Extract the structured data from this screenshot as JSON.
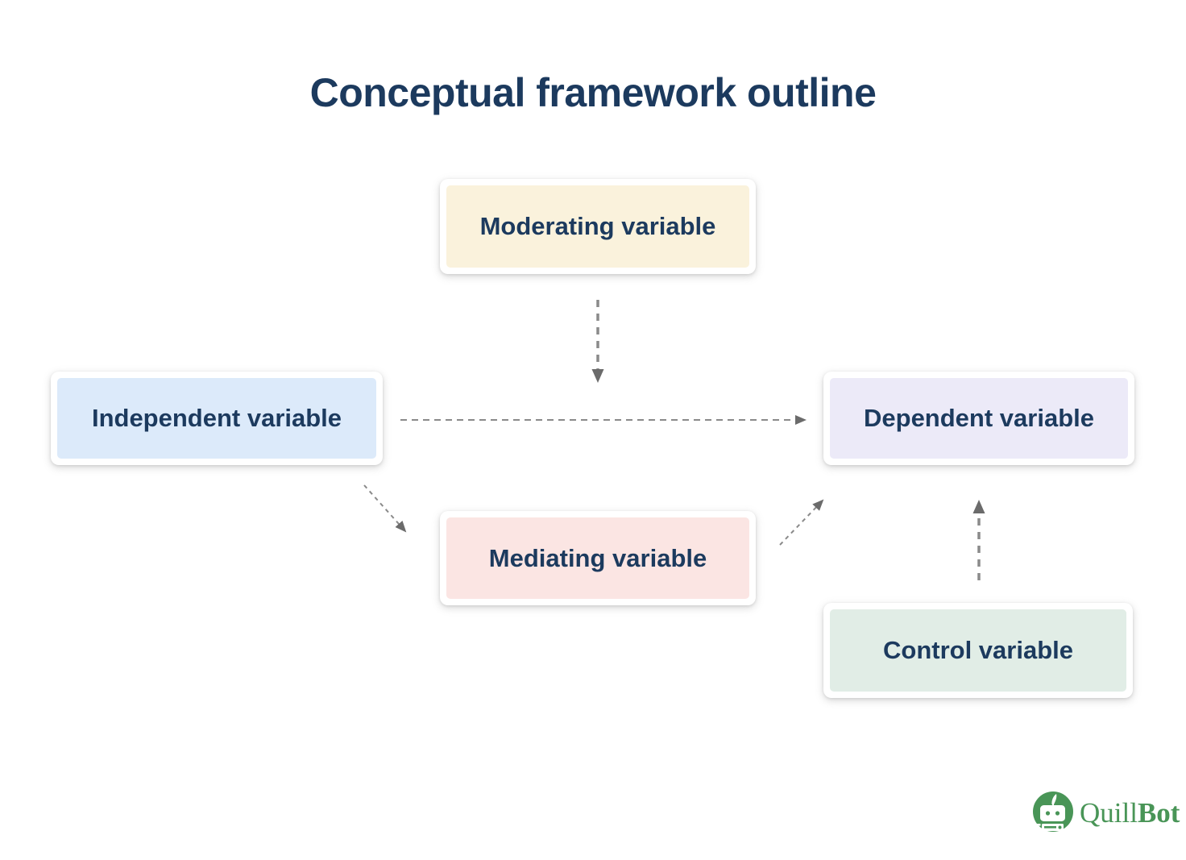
{
  "page": {
    "title": "Conceptual framework outline",
    "background": "#ffffff"
  },
  "colors": {
    "text": "#1C3A5E",
    "arrow_line": "#8A8A8A",
    "arrow_head": "#6B6B6B",
    "brand_green": "#499557",
    "node_border": "#FFFFFF"
  },
  "nodes": [
    {
      "id": "moderating",
      "label": "Moderating variable",
      "fill": "#FAF2DC"
    },
    {
      "id": "independent",
      "label": "Independent variable",
      "fill": "#DCEAFA"
    },
    {
      "id": "dependent",
      "label": "Dependent variable",
      "fill": "#ECEAF8"
    },
    {
      "id": "mediating",
      "label": "Mediating variable",
      "fill": "#FBE5E3"
    },
    {
      "id": "control",
      "label": "Control variable",
      "fill": "#E1EDE6"
    }
  ],
  "edges": [
    {
      "from": "moderating",
      "to": "independent-dependent-path",
      "style": "dashed",
      "direction": "down"
    },
    {
      "from": "independent",
      "to": "dependent",
      "style": "dashed",
      "direction": "right"
    },
    {
      "from": "independent",
      "to": "mediating",
      "style": "dashed",
      "direction": "down-right"
    },
    {
      "from": "mediating",
      "to": "dependent",
      "style": "dashed",
      "direction": "up-right"
    },
    {
      "from": "control",
      "to": "dependent",
      "style": "dashed",
      "direction": "up"
    }
  ],
  "branding": {
    "logo_icon": "quillbot-robot-icon",
    "word_regular": "Quill",
    "word_bold": "Bot"
  }
}
